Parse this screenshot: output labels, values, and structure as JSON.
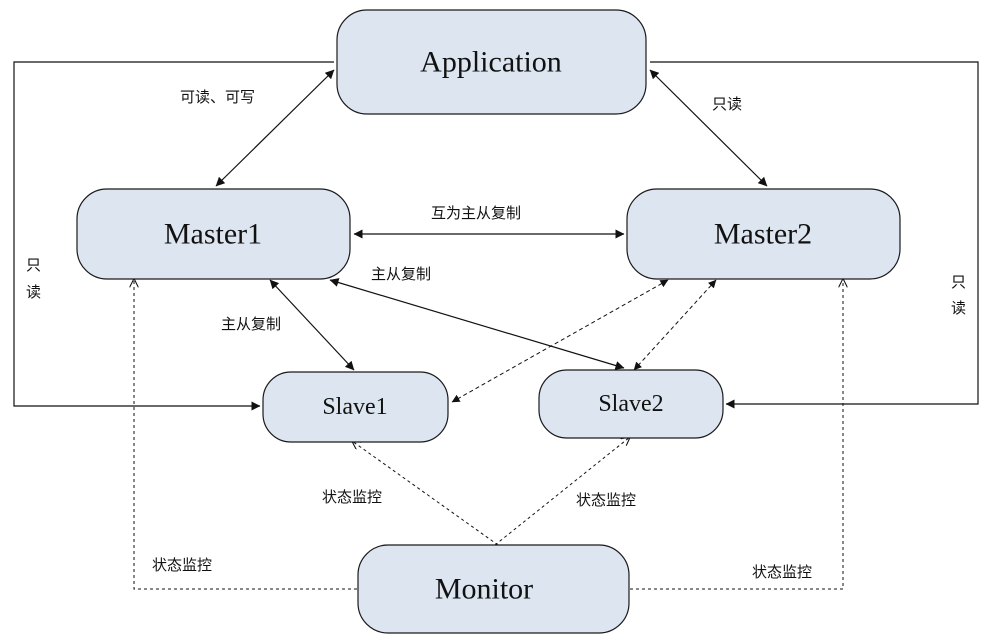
{
  "nodes": {
    "application": "Application",
    "master1": "Master1",
    "master2": "Master2",
    "slave1": "Slave1",
    "slave2": "Slave2",
    "monitor": "Monitor"
  },
  "edge_labels": {
    "app_master1": "可读、可写",
    "app_master2": "只读",
    "master_master": "互为主从复制",
    "master1_slave2": "主从复制",
    "master1_slave1": "主从复制",
    "left_readonly_1": "只",
    "left_readonly_2": "读",
    "right_readonly_1": "只",
    "right_readonly_2": "读",
    "monitor_slave1": "状态监控",
    "monitor_slave2": "状态监控",
    "monitor_master1": "状态监控",
    "monitor_master2": "状态监控"
  },
  "colors": {
    "node_fill": "#dde5f1",
    "stroke": "#111111"
  }
}
